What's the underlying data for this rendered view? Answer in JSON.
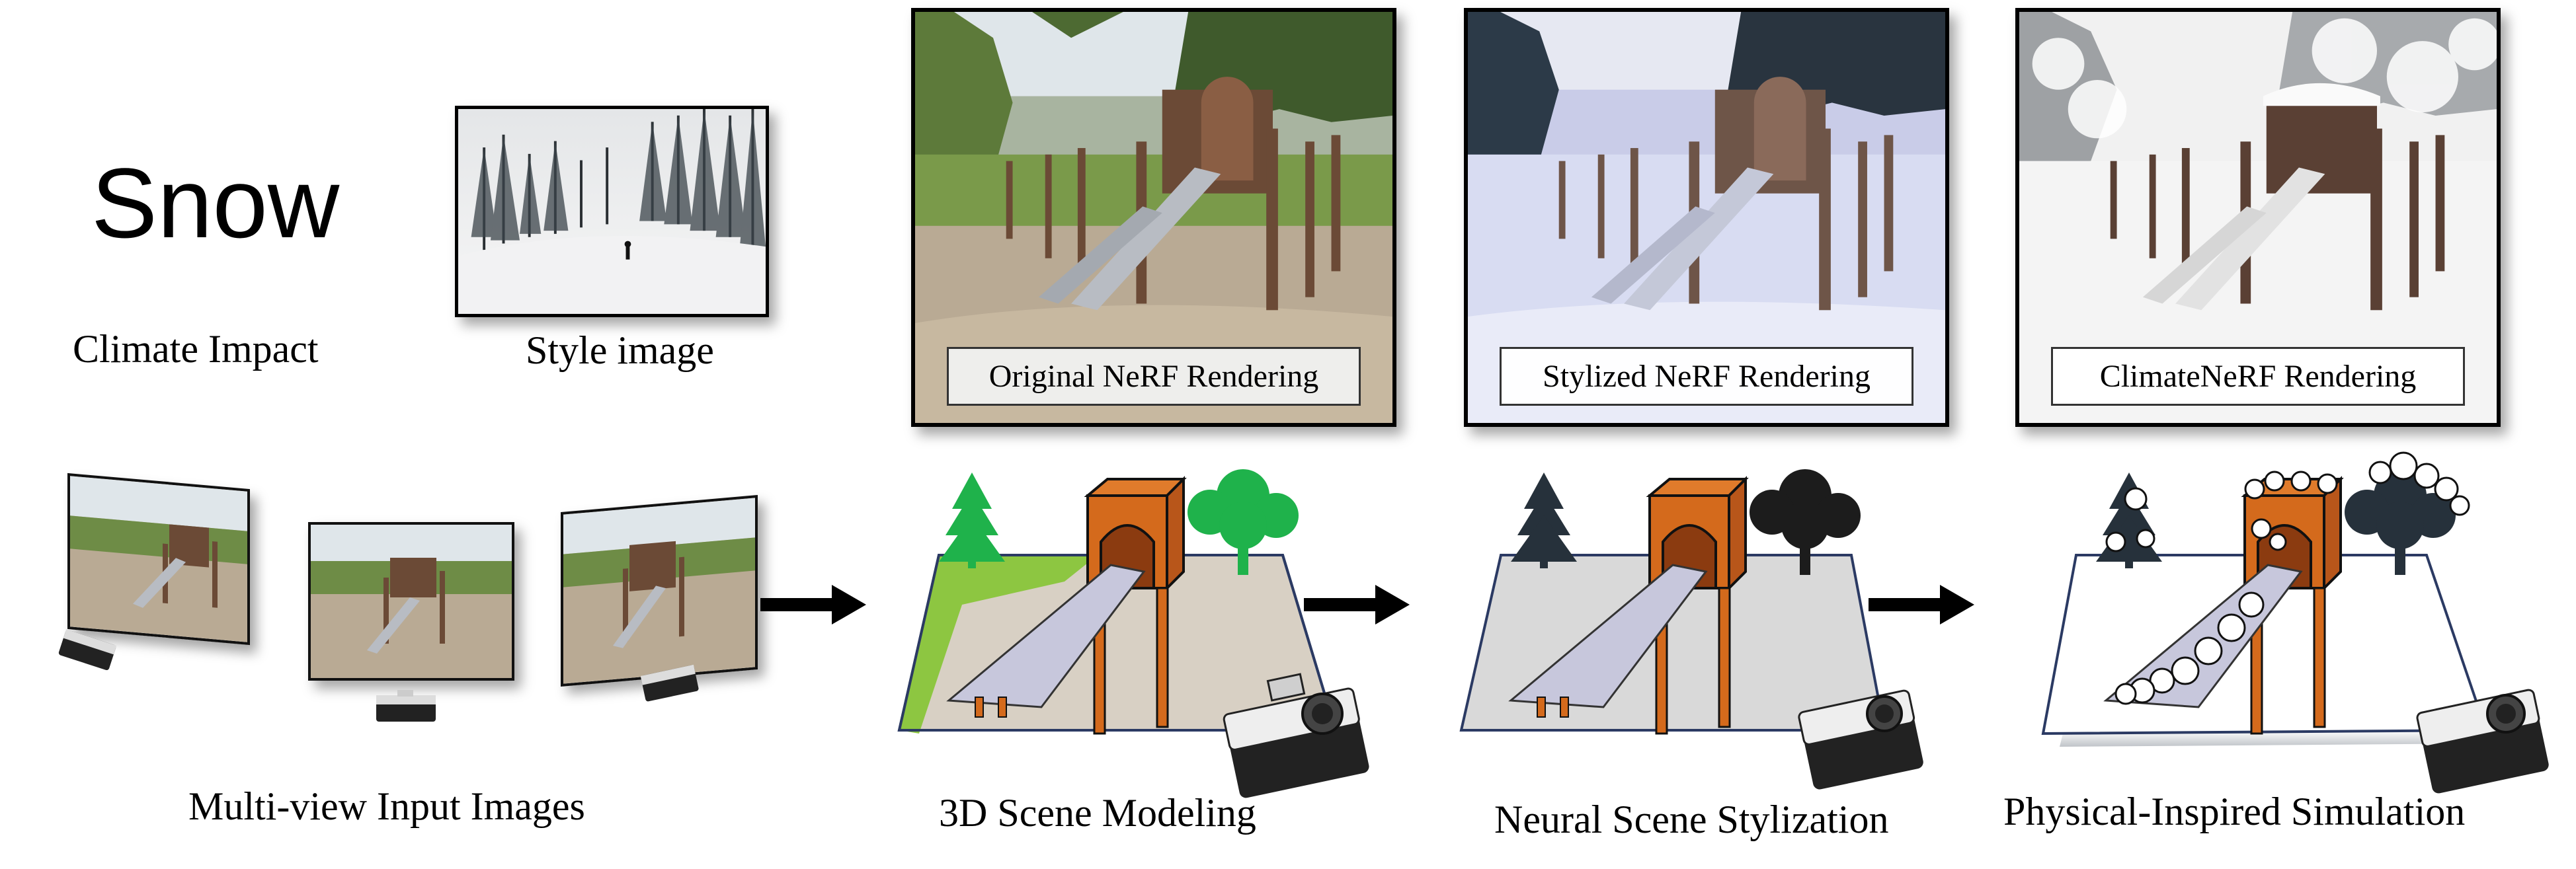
{
  "header": {
    "climate_word": "Snow",
    "climate_label": "Climate Impact",
    "style_label": "Style image"
  },
  "renderings": {
    "original": "Original NeRF Rendering",
    "stylized": "Stylized NeRF Rendering",
    "climate": "ClimateNeRF Rendering"
  },
  "stages": {
    "input": "Multi-view Input Images",
    "modeling": "3D Scene Modeling",
    "stylization": "Neural Scene Stylization",
    "simulation": "Physical-Inspired Simulation"
  },
  "colors": {
    "tree_green": "#1fb24b",
    "tree_dark": "#26313b",
    "tower_orange": "#d46a1c",
    "ground_beige": "#d8d0c4",
    "ground_green": "#8dc641",
    "ground_grey": "#d9d9d9",
    "arrow": "#000000"
  }
}
